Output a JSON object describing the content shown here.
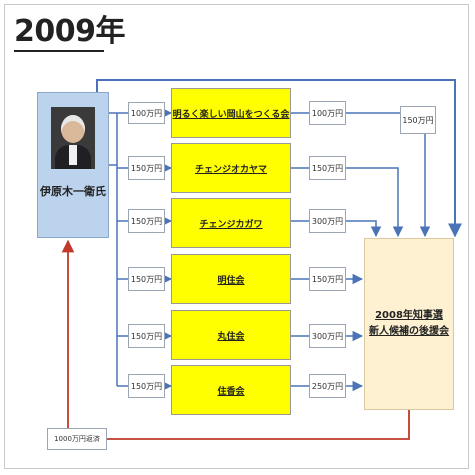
{
  "title": "2009年",
  "person": {
    "name": "伊原木一衛氏"
  },
  "organizations": [
    {
      "name": "明るく楽しい岡山をつくる会",
      "in_amount": "100万円",
      "out_amount": "100万円"
    },
    {
      "name": "チェンジオカヤマ",
      "in_amount": "150万円",
      "out_amount": "150万円"
    },
    {
      "name": "チェンジカガワ",
      "in_amount": "150万円",
      "out_amount": "300万円"
    },
    {
      "name": "明住会",
      "in_amount": "150万円",
      "out_amount": "150万円"
    },
    {
      "name": "丸住会",
      "in_amount": "150万円",
      "out_amount": "300万円"
    },
    {
      "name": "住香会",
      "in_amount": "150万円",
      "out_amount": "250万円"
    }
  ],
  "direct_amount": "150万円",
  "support_group": {
    "line1": "2008年知事選",
    "line2": "新人候補の後援会"
  },
  "refund": "1000万円返済",
  "colors": {
    "arrow_blue": "#4a73b8",
    "arrow_red": "#c0392b",
    "org_fill": "#ffff00"
  }
}
